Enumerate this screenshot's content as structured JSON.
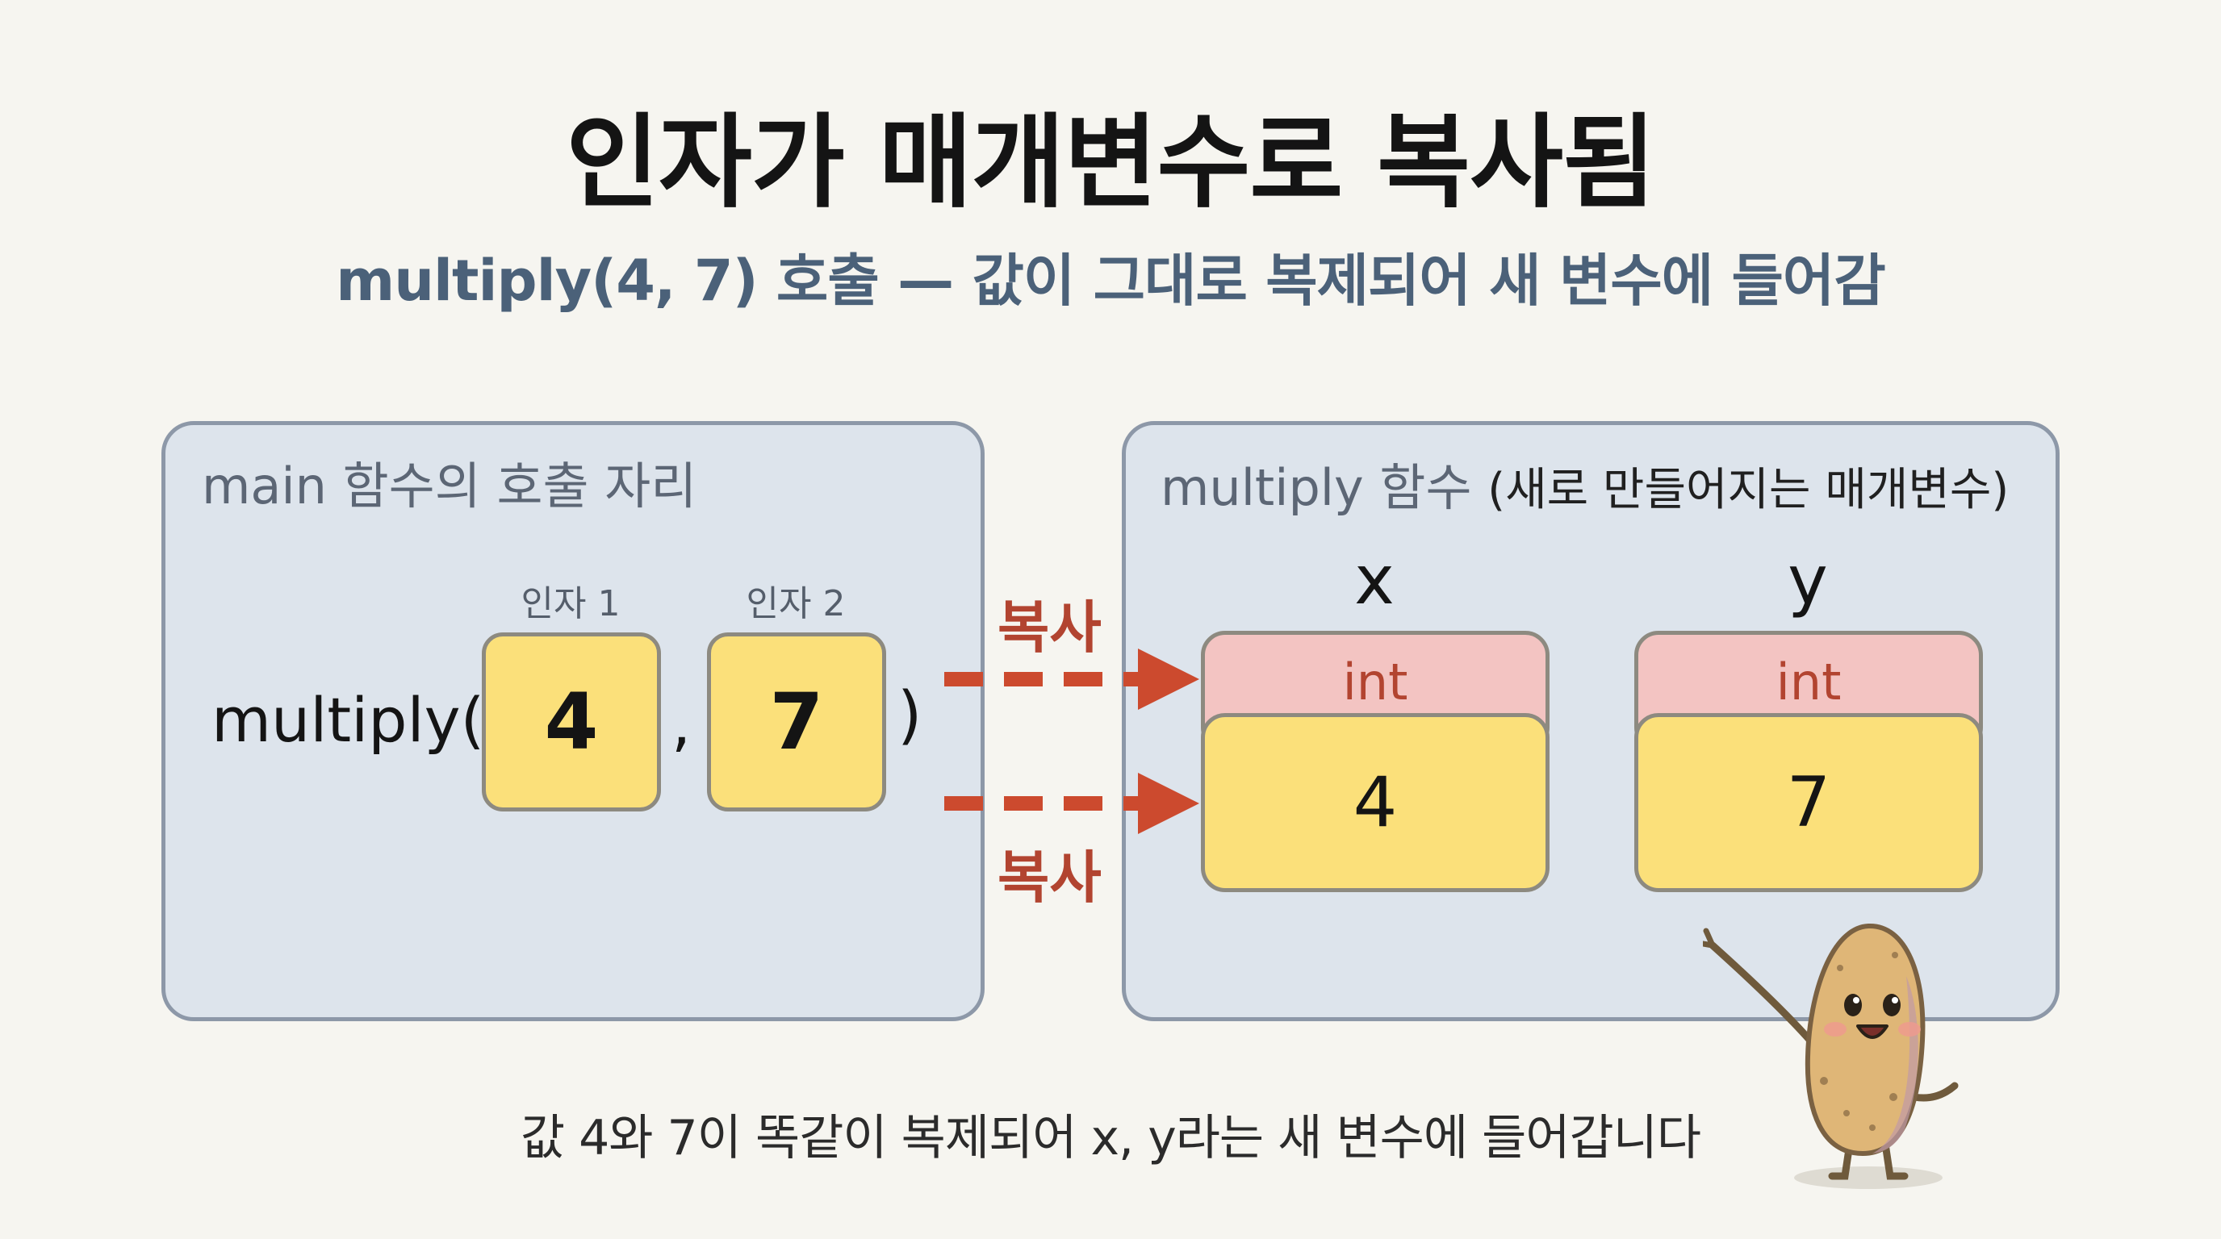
{
  "title": "인자가 매개변수로 복사됨",
  "subtitle": "multiply(4, 7) 호출 — 값이 그대로 복제되어 새 변수에 들어감",
  "main_panel": {
    "label": "main 함수의 호출 자리",
    "call_prefix": "multiply(",
    "comma": ",",
    "close_paren": ")",
    "args": [
      {
        "label": "인자 1",
        "value": "4"
      },
      {
        "label": "인자 2",
        "value": "7"
      }
    ]
  },
  "copy_labels": {
    "top": "복사",
    "bottom": "복사"
  },
  "multiply_panel": {
    "label_main": "multiply 함수",
    "label_paren": "(새로 만들어지는 매개변수)",
    "vars": [
      {
        "name": "x",
        "type": "int",
        "value": "4"
      },
      {
        "name": "y",
        "type": "int",
        "value": "7"
      }
    ]
  },
  "caption": "값 4와 7이 똑같이 복제되어 x, y라는 새 변수에 들어갑니다",
  "colors": {
    "arrow": "#cc4a2e",
    "value_fill": "#fbe07a",
    "type_fill": "#f3c4c2",
    "panel_fill": "#dde4ec",
    "subtitle": "#4b6179"
  },
  "icons": {
    "mascot": "potato-mascot-icon"
  }
}
